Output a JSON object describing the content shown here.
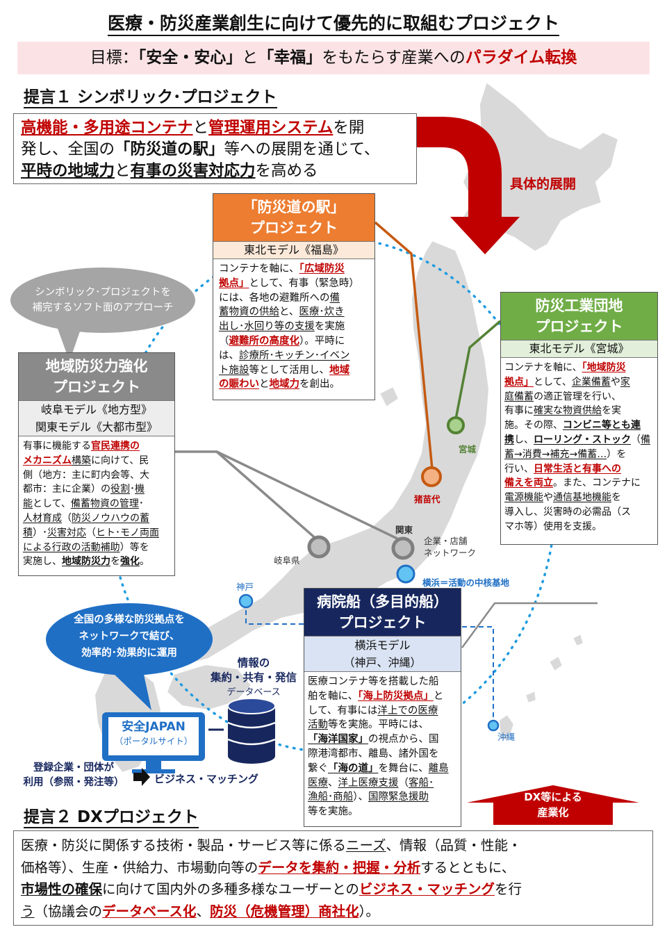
{
  "title": "医療・防災産業創生に向けて優先的に取組むプロジェクト",
  "goal": {
    "prefix": "目標：",
    "q1": "「安全・安心」",
    "and": "と",
    "q2": "「幸福」",
    "middle": "をもたらす産業への",
    "emph": "パラダイム転換"
  },
  "proposal1": {
    "heading": "提言１ シンボリック･プロジェクト",
    "p1": "高機能・多用途コンテナ",
    "p2": "と",
    "p3": "管理運用システム",
    "p4": "を開",
    "p5": "発し、全国の",
    "p6": "「防災道の駅」",
    "p7": "等への展開を通じて、",
    "p8": "平時の地域力",
    "p9": "と",
    "p10": "有事の災害対応力",
    "p11": "を高める"
  },
  "arrow_label": "具体的展開",
  "michi_no_eki": {
    "title1": "「防災道の駅」",
    "title2": "プロジェクト",
    "model": "東北モデル《福島》",
    "b1": "コンテナを軸に、",
    "b2": "「広域防災",
    "b3": "拠点」",
    "b4": "として、有事（緊急時）",
    "b5": "には、各地の避難所への",
    "b6": "備",
    "b7": "蓄物資の供給",
    "b8": "と、",
    "b9": "医療･炊き",
    "b10": "出し･水回り等の支援",
    "b11": "を実施",
    "b12": "（",
    "b13": "避難所の高度化",
    "b14": "）。平時に",
    "b15": "は、",
    "b16": "診療所･キッチン･イベン",
    "b17": "ト施設",
    "b18": "等として活用し、",
    "b19": "地域",
    "b20": "の賑わい",
    "b21": "と",
    "b22": "地域力",
    "b23": "を創出。"
  },
  "industrial_park": {
    "title1": "防災工業団地",
    "title2": "プロジェクト",
    "model": "東北モデル《宮城》",
    "b1": "コンテナを軸に、",
    "b2": "「地域防災",
    "b3": "拠点」",
    "b4": "として、",
    "b5": "企業備蓄",
    "b6": "や",
    "b7": "家",
    "b8": "庭備蓄",
    "b9": "の適正管理を行い、",
    "b10": "有事に",
    "b11": "確実な物資供給",
    "b12": "を実",
    "b13": "施。その際、",
    "b14": "コンビニ等とも連",
    "b15": "携",
    "b16": "し、",
    "b17": "ローリング・ストック",
    "b18": "（",
    "b19": "備",
    "b20": "蓄→消費→補充→備蓄…",
    "b21": "）を",
    "b22": "行い、",
    "b23": "日常生活と有事への",
    "b24": "備えを両立",
    "b25": "。また、コンテナに",
    "b26": "電源機能",
    "b27": "や",
    "b28": "通信基地機能",
    "b29": "を",
    "b30": "導入し、災害時の必需品（ス",
    "b31": "マホ等）使用を支援。"
  },
  "regional": {
    "title1": "地域防災力強化",
    "title2": "プロジェクト",
    "model1": "岐阜モデル《地方型》",
    "model2": "関東モデル《大都市型》",
    "b1": "有事に機能する",
    "b2": "官民連携の",
    "b3": "メカニズム",
    "b4": "構築",
    "b5": "に向けて、民",
    "b6": "側（地方：主に町内会等、大",
    "b7": "都市：主に企業）の",
    "b8": "役割",
    "b9": "･",
    "b10": "機",
    "b11": "能",
    "b12": "として、",
    "b13": "備蓄物資の管理",
    "b14": "･",
    "b15": "人材育成",
    "b16": "（",
    "b17": "防災ノウハウの蓄",
    "b18": "積",
    "b19": "）･",
    "b20": "災害対応",
    "b21": "（",
    "b22": "ヒト･モノ両面",
    "b23": "による行政の活動補助",
    "b24": "）等を",
    "b25": "実施し、",
    "b26": "地域防災力",
    "b27": "を",
    "b28": "強化",
    "b29": "。"
  },
  "hospital_ship": {
    "title1": "病院船（多目的船）",
    "title2": "プロジェクト",
    "model1": "横浜モデル",
    "model2": "（神戸、沖縄）",
    "b1": "医療コンテナ等を搭載した船",
    "b2": "舶を軸に、",
    "b3": "「海上防災拠点」",
    "b4": "と",
    "b5": "して、有事には",
    "b6": "洋上での",
    "b7": "医療",
    "b8": "活動",
    "b9": "等を実施。平時には、",
    "b10": "「海洋国家」",
    "b11": "の視点から、国",
    "b12": "際港湾都市、離島、諸外国を",
    "b13": "繋ぐ",
    "b14": "「海の道」",
    "b15": "を舞台に、",
    "b16": "離島",
    "b17": "医療",
    "b18": "、",
    "b19": "洋上医療支援",
    "b20": "（",
    "b21": "客船･",
    "b22": "漁船･商船",
    "b23": "）、",
    "b24": "国際緊急援助",
    "b25": "等を実施。"
  },
  "soft_bubble": {
    "line1": "シンボリック･プロジェクトを",
    "line2": "補完するソフト面のアプローチ"
  },
  "network_bubble": {
    "line1": "全国の多様な防災拠点を",
    "line2": "ネットワークで結び、",
    "line3": "効率的･効果的に運用"
  },
  "info_label": {
    "line1": "情報の",
    "line2": "集約・共有・発信",
    "line3": "データベース"
  },
  "portal": {
    "name": "安全JAPAN",
    "sub": "（ポータルサイト）"
  },
  "users": {
    "line1": "登録企業・団体が",
    "line2": "利用（参照・発注等）"
  },
  "matching": "ビジネス・マッチング",
  "map_labels": {
    "miyagi": "宮城",
    "inawashiro": "猪苗代",
    "kanto": "関東",
    "gifu": "岐阜県",
    "network1": "企業・店舗",
    "network2": "ネットワーク",
    "kobe": "神戸",
    "yokohama": "横浜＝活動の中核基地",
    "okinawa": "沖縄"
  },
  "dx_arrow": {
    "line1": "DX等による",
    "line2": "産業化"
  },
  "proposal2": {
    "heading": "提言２ DXプロジェクト",
    "t1": "医療・防災に関係する技術・製品・サービス等に係る",
    "t2": "ニーズ",
    "t3": "、情報（品質・性能・",
    "t4": "価格等）",
    "t5": "、生産・供給力、市場動向等の",
    "t6": "データを集約・把握・分析",
    "t7": "するとともに、",
    "t8": "市場性の確保",
    "t9": "に向けて国内外の多種多様なユーザーとの",
    "t10": "ビジネス・マッチング",
    "t11": "を行",
    "t12": "う",
    "t13": "（協議会の",
    "t14": "データベース化",
    "t15": "、",
    "t16": "防災（危機管理）商社化",
    "t17": "）。"
  },
  "colors": {
    "orange": "#ed7d31",
    "green": "#70ad47",
    "gray": "#8a8a8a",
    "navy": "#17275e",
    "blue": "#1f6fc5",
    "red": "#c00000"
  }
}
